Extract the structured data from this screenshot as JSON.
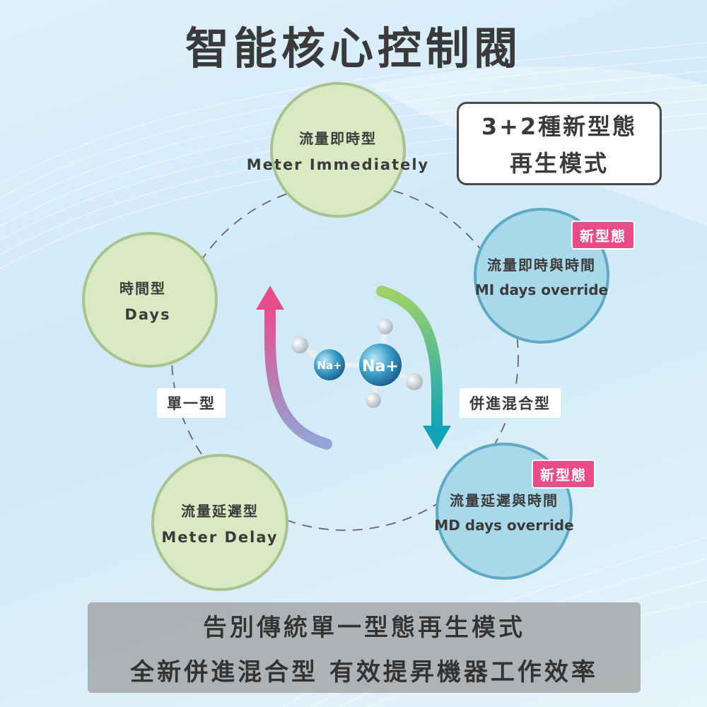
{
  "title": "智能核心控制閥",
  "modes_box": {
    "line1": "3+2種新型態",
    "line2": "再生模式"
  },
  "nodes": [
    {
      "zh": "流量即時型",
      "en": "Meter Immediately"
    },
    {
      "zh": "時間型",
      "en": "Days"
    },
    {
      "zh": "流量延遲型",
      "en": "Meter Delay"
    },
    {
      "zh": "流量即時與時間",
      "en": "MI days override",
      "badge": "新型態"
    },
    {
      "zh": "流量延遲與時間",
      "en": "MD days override",
      "badge": "新型態"
    }
  ],
  "tags": {
    "single": "單一型",
    "combined": "併進混合型"
  },
  "molecule": {
    "atom1": "Na+",
    "atom2": "Na+"
  },
  "bottom_banner": {
    "line1": "告別傳統單一型態再生模式",
    "line2": "全新併進混合型 有效提昇機器工作效率"
  },
  "colors": {
    "green_fill": "#d9e9c2",
    "blue_fill": "#a9d8ea",
    "badge": "#e84d8a",
    "arrow_left": [
      "#e84d8a",
      "#8fa6d6"
    ],
    "arrow_right": [
      "#9fd26a",
      "#12a3b8"
    ]
  }
}
